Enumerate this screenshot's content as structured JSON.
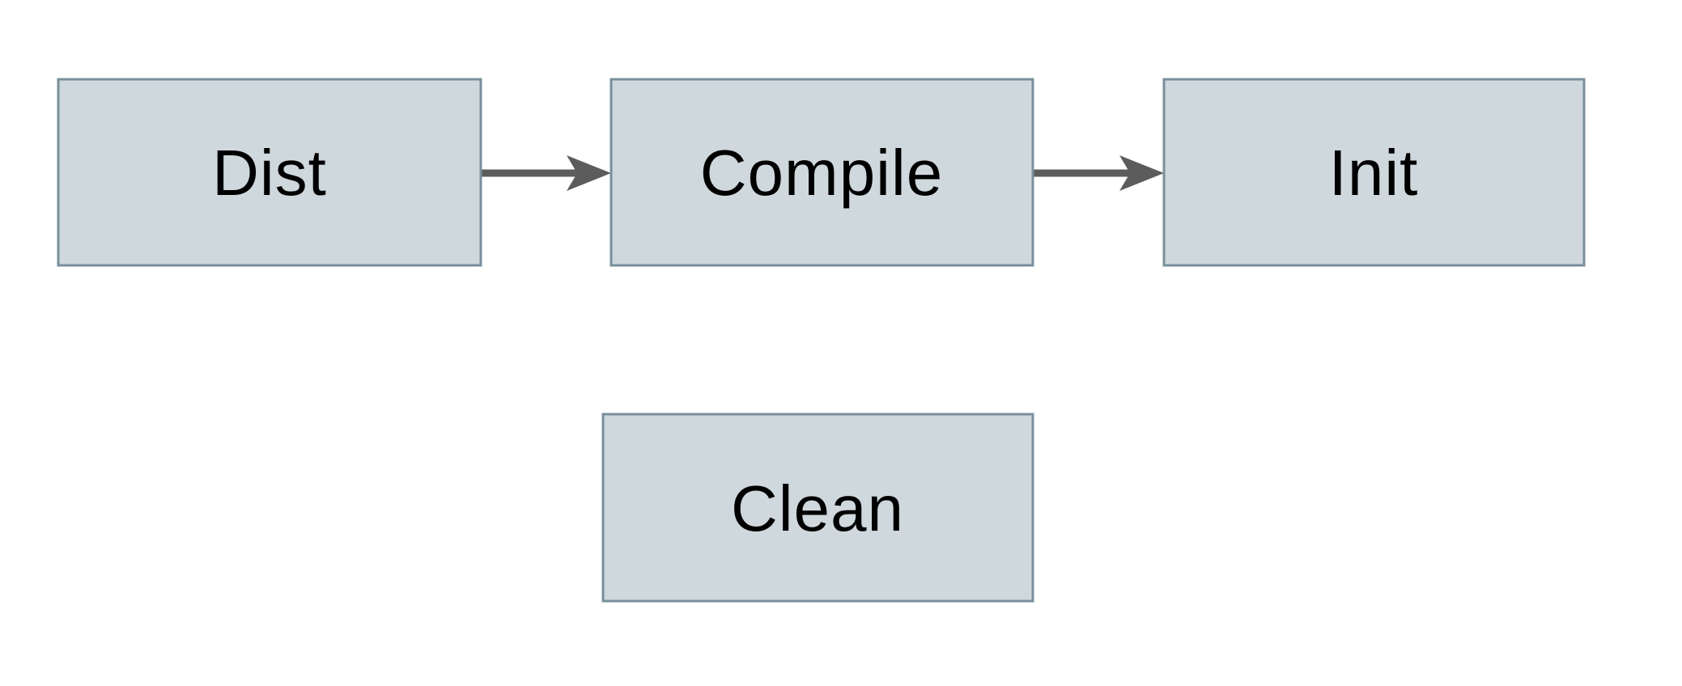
{
  "diagram": {
    "nodes": [
      {
        "id": "dist",
        "label": "Dist"
      },
      {
        "id": "compile",
        "label": "Compile"
      },
      {
        "id": "init",
        "label": "Init"
      },
      {
        "id": "clean",
        "label": "Clean"
      }
    ],
    "edges": [
      {
        "from": "Dist",
        "to": "Compile",
        "direction": "right"
      },
      {
        "from": "Compile",
        "to": "Init",
        "direction": "right"
      }
    ],
    "colors": {
      "background": "#ffffff",
      "node_fill": "#cfd8dc",
      "node_border": "#78909c",
      "arrow": "#5c5c5c",
      "text": "#000000"
    }
  }
}
